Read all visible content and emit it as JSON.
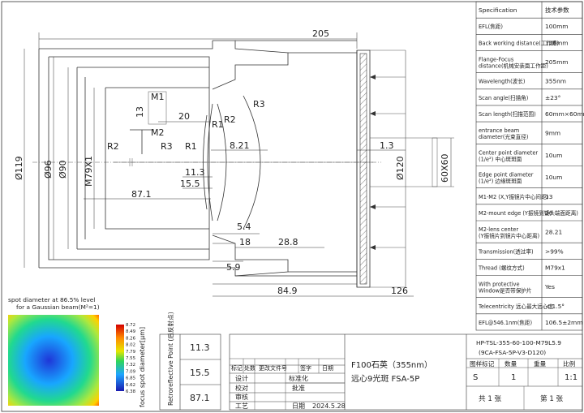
{
  "spec_table": {
    "header": {
      "label": "Specification",
      "value": "技术参数"
    },
    "rows": [
      {
        "label": "EFL(焦距)",
        "value": "100mm"
      },
      {
        "label": "Back working distance(工作距)",
        "value": "126mm"
      },
      {
        "label": "Flange-Focus distance(机械安装面工作距)",
        "value": "205mm"
      },
      {
        "label": "Wavelength(波长)",
        "value": "355nm"
      },
      {
        "label": "Scan angle(扫描角)",
        "value": "±23°"
      },
      {
        "label": "Scan length(扫描范围)",
        "value": "60mm×60mm"
      },
      {
        "label": "entrance beam diameter(光束直径)",
        "value": "9mm"
      },
      {
        "label": "Center point diameter (1/e²) 中心斑斑面",
        "value": "10um"
      },
      {
        "label": "Edge point diameter (1/e²) 边缘斑斑面",
        "value": "10um"
      },
      {
        "label": "M1-M2 (X,Y振镜片中心间距)",
        "value": "13"
      },
      {
        "label": "M2-mount edge (Y振镜到镜头端面距离)",
        "value": "20"
      },
      {
        "label": "M2-lens center (Y振镜片到镜片中心距离)",
        "value": "28.21"
      },
      {
        "label": "Transmission(透过率)",
        "value": ">99%"
      },
      {
        "label": "Thread (螺纹方式)",
        "value": "M79x1"
      },
      {
        "label": "With protective Window是否带保护片",
        "value": "Yes"
      },
      {
        "label": "Telecentricity 远心最大远心度",
        "value": "< 1.5°"
      },
      {
        "label": "EFL@546.1nm(焦距)",
        "value": "106.5±2mm"
      }
    ]
  },
  "drawing": {
    "dims": {
      "top_length": "205",
      "d119": "Ø119",
      "d96": "Ø96",
      "d90": "Ø90",
      "thread": "M79X1",
      "d120": "Ø120",
      "scan_box": "60X60",
      "bottom_len": "84.9",
      "wd": "126",
      "d20": "20",
      "d13": "13",
      "d821": "8.21",
      "d113": "11.3",
      "d155": "15.5",
      "d871": "87.1",
      "d13b": "1.3",
      "d54": "5.4",
      "d18": "18",
      "d288": "28.8",
      "d59": "5.9"
    },
    "labels": {
      "m1": "M1",
      "m2": "M2",
      "r1a": "R1",
      "r2a": "R2",
      "r3a": "R3",
      "r1b": "R1",
      "r2b": "R2",
      "r3b": "R3"
    }
  },
  "spot_plot": {
    "caption_line1": "spot diameter at 86.5% level",
    "caption_line2": "for a Gaussian beam(M²=1)",
    "colorbar_ticks": [
      "8.72",
      "8.49",
      "8.26",
      "8.02",
      "7.79",
      "7.55",
      "7.32",
      "7.09",
      "6.85",
      "6.62",
      "6.38"
    ],
    "axis_label": "focus spot diameter[μm]"
  },
  "retro_table": {
    "title": "Retroreflective Point (后反射点)",
    "values": [
      "11.3",
      "15.5",
      "87.1"
    ]
  },
  "title_block": {
    "header_cells": [
      "标记",
      "处数",
      "更改文件号",
      "签字",
      "日期"
    ],
    "roles": [
      "设计",
      "校对",
      "审核",
      "工艺"
    ],
    "role_right": [
      "标准化",
      "批准"
    ],
    "date_label": "日期",
    "date_value": "2024.5.28",
    "part_name_line1": "F100石英（355nm）",
    "part_name_line2": "远心9光斑 FSA-5P",
    "part_no_line1": "HP-TSL-355-60-100-M79L5.9",
    "part_no_line2": "(9CA-FSA-5P-V3-D120)",
    "cols": [
      "图样标记",
      "数量",
      "重量",
      "比例"
    ],
    "row_values": [
      "S",
      "1",
      "",
      "1:1"
    ],
    "sheet_total": "共 1 张",
    "sheet_no": "第 1 张"
  }
}
